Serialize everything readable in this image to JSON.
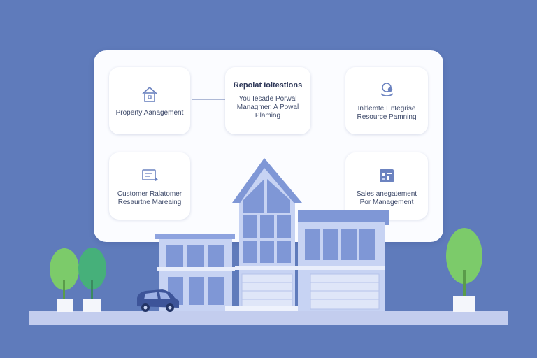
{
  "cards": {
    "property": {
      "label": "Property Aanagement"
    },
    "center": {
      "title": "Repoiat Ioltestions",
      "line1": "You Iesade Porwal",
      "line2": "Managmer. A Powal",
      "line3": "Plaming"
    },
    "erp": {
      "line1": "Inltlemte Entegrise",
      "line2": "Resource Pamning"
    },
    "crm": {
      "line1": "Customer Ralatomer",
      "line2": "Resaurtne Mareaing"
    },
    "sales": {
      "line1": "Sales anegatement",
      "line2": "Por Management"
    }
  },
  "icons": {
    "property": "house-icon",
    "erp": "gear-hand-icon",
    "crm": "document-icon",
    "sales": "calendar-icon"
  },
  "colors": {
    "background": "#5f7bbb",
    "panel": "#fbfcff",
    "building": "#c7d3f3",
    "windows": "#7f97d6",
    "trees": "#77c96a",
    "car": "#3d5499"
  }
}
